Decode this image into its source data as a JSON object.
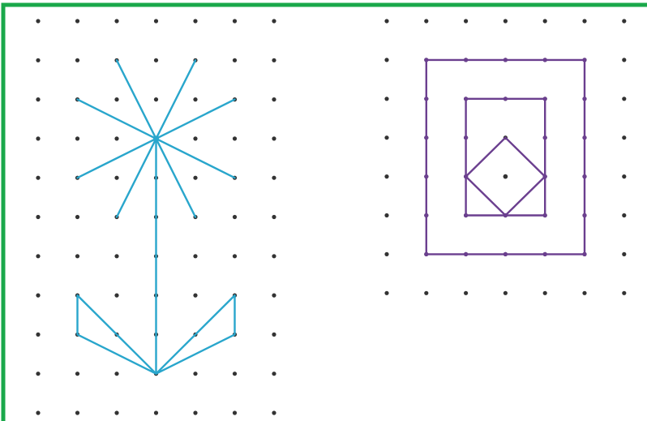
{
  "colors": {
    "frame": "#1aa84a",
    "dot": "#333333",
    "flower": "#29a6cc",
    "rectangles": "#6b3f8f",
    "background": "#ffffff"
  },
  "left_grid": {
    "description_free": true,
    "columns": 7,
    "rows": 11,
    "dot_style": "small-black-dot"
  },
  "right_grid": {
    "columns": 7,
    "rows": 8,
    "dot_style": "small-black-dot"
  },
  "flower": {
    "center": [
      3,
      3
    ],
    "petal_ends": [
      [
        2,
        1
      ],
      [
        4,
        1
      ],
      [
        1,
        2
      ],
      [
        5,
        2
      ],
      [
        1,
        4
      ],
      [
        5,
        4
      ],
      [
        2,
        5
      ],
      [
        4,
        5
      ]
    ],
    "stem_bottom": [
      3,
      9
    ],
    "left_leaf": [
      [
        1,
        7
      ],
      [
        1,
        8
      ],
      [
        3,
        9
      ]
    ],
    "right_leaf": [
      [
        5,
        7
      ],
      [
        5,
        8
      ],
      [
        3,
        9
      ]
    ]
  },
  "nested_shapes": {
    "outer_rect": [
      [
        1,
        1
      ],
      [
        5,
        1
      ],
      [
        5,
        6
      ],
      [
        1,
        6
      ]
    ],
    "inner_rect": [
      [
        2,
        2
      ],
      [
        4,
        2
      ],
      [
        4,
        5
      ],
      [
        2,
        5
      ]
    ],
    "diamond": [
      [
        3,
        3
      ],
      [
        4,
        4
      ],
      [
        3,
        5
      ],
      [
        2,
        4
      ]
    ],
    "center_dot": [
      3,
      4
    ]
  }
}
